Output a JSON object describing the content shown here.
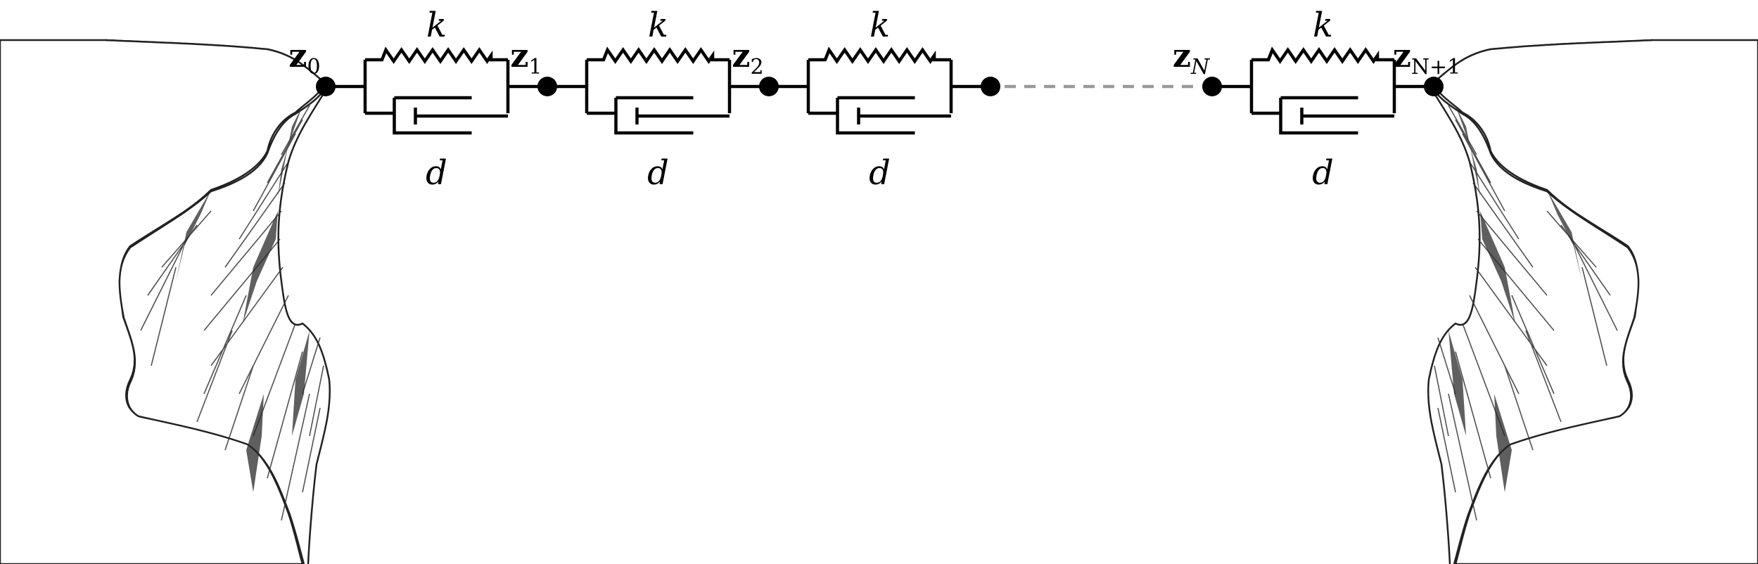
{
  "nodes": [
    {
      "base": "z",
      "sub": "0",
      "sub_style": "upright"
    },
    {
      "base": "z",
      "sub": "1",
      "sub_style": "upright"
    },
    {
      "base": "z",
      "sub": "2",
      "sub_style": "upright"
    },
    {
      "base": "",
      "sub": "",
      "sub_style": "upright"
    },
    {
      "base": "z",
      "sub": "N",
      "sub_style": "italic"
    },
    {
      "base": "z",
      "sub": "N+1",
      "sub_style": "mixed"
    }
  ],
  "spring_label": "k",
  "damper_label": "d",
  "elements": [
    {
      "from": 0,
      "to": 1,
      "spring": "k",
      "damper": "d"
    },
    {
      "from": 1,
      "to": 2,
      "spring": "k",
      "damper": "d"
    },
    {
      "from": 2,
      "to": 3,
      "spring": "k",
      "damper": "d"
    },
    {
      "from": 4,
      "to": 5,
      "spring": "k",
      "damper": "d"
    }
  ],
  "gap": {
    "from": 3,
    "to": 4,
    "style": "dashed"
  },
  "colors": {
    "line": "#000000",
    "dash": "#999999",
    "rock": "#222222"
  },
  "icons": [
    "cliff-left-illustration",
    "cliff-right-illustration"
  ]
}
